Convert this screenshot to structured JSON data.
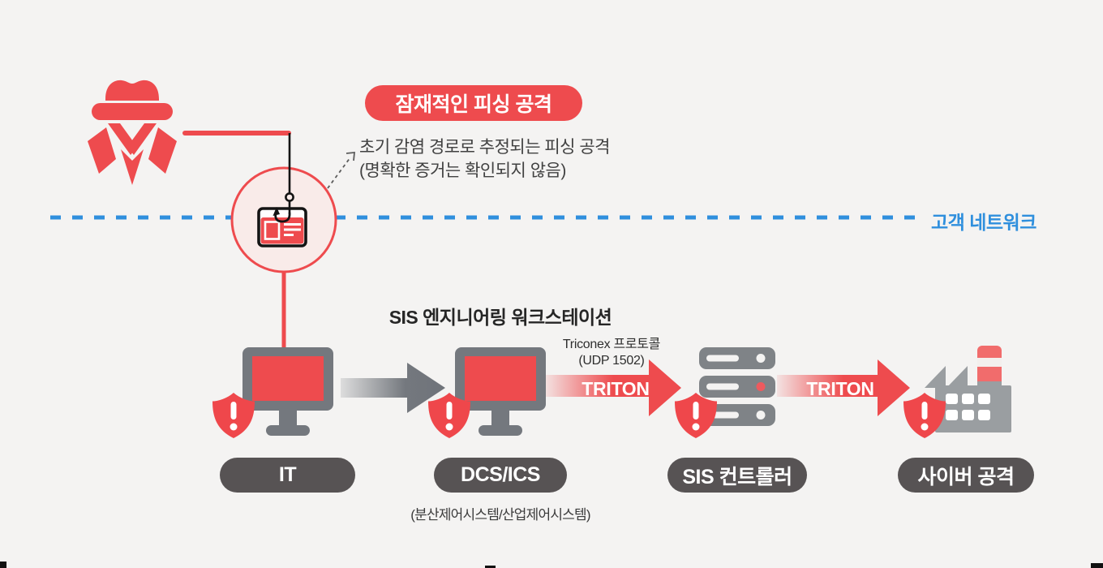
{
  "colors": {
    "background": "#f4f3f2",
    "accent_red": "#ee4b4e",
    "light_pink_fill": "#f9ebe9",
    "boundary_blue": "#2f8fdd",
    "button_gray": "#575354",
    "monitor_gray": "#74787e",
    "server_gray": "#7f8387",
    "factory_gray": "#9a9ea1",
    "text_dark": "#262626"
  },
  "attacker": {
    "icon": "spy-icon"
  },
  "phishing": {
    "badge_label": "잠재적인 피싱 공격",
    "note_line1": "초기 감염 경로로 추정되는 피싱 공격",
    "note_line2": "(명확한 증거는 확인되지 않음)",
    "icon": "phishing-hook-id-card-icon"
  },
  "network": {
    "label": "고객 네트워크",
    "line_style": "blue-dotted"
  },
  "workstation": {
    "title": "SIS 엔지니어링 워크스테이션",
    "protocol_line1": "Triconex 프로토콜",
    "protocol_line2": "(UDP 1502)"
  },
  "nodes": [
    {
      "id": "it",
      "label": "IT",
      "icon": "workstation-monitor-icon",
      "alert": true
    },
    {
      "id": "dcs-ics",
      "label": "DCS/ICS",
      "sublabel": "(분산제어시스템/산업제어시스템)",
      "icon": "workstation-monitor-icon",
      "alert": true
    },
    {
      "id": "sis-controller",
      "label": "SIS 컨트롤러",
      "icon": "server-rack-icon",
      "alert": true
    },
    {
      "id": "cyber-attack",
      "label": "사이버 공격",
      "icon": "factory-icon",
      "alert": true
    }
  ],
  "flows": [
    {
      "from": "IT",
      "to": "DCS/ICS",
      "label": "",
      "style": "gray-gradient-arrow"
    },
    {
      "from": "DCS/ICS",
      "to": "SIS 컨트롤러",
      "label": "TRITON",
      "style": "red-gradient-arrow"
    },
    {
      "from": "SIS 컨트롤러",
      "to": "사이버 공격",
      "label": "TRITON",
      "style": "red-gradient-arrow"
    }
  ]
}
